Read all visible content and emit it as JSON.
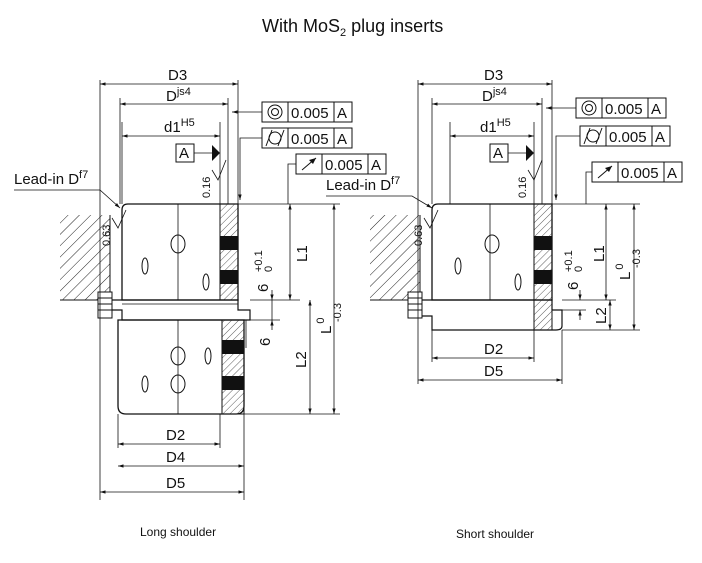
{
  "title": {
    "main": "With MoS",
    "sub": "2",
    "rest": " plug inserts"
  },
  "left": {
    "caption": "Long shoulder",
    "dims": {
      "d3": "D3",
      "djs4": "D",
      "djs4_sup": "js4",
      "d1h5": "d1",
      "d1h5_sup": "H5",
      "leadin": "Lead-in D",
      "leadin_sup": "f7",
      "d2": "D2",
      "d4": "D4",
      "d5": "D5",
      "l1": "L1",
      "l2": "L2",
      "l_main": "L",
      "l_tol_top": "0",
      "l_tol_bot": "-0.3",
      "six_tol": "6",
      "six_tol_top": "+0.1",
      "six_tol_bot": "0",
      "six": "6",
      "rough1": "0.16",
      "rough2": "0.63"
    },
    "tolerances": {
      "concentricity": {
        "value": "0.005",
        "datum": "A"
      },
      "cylindricity": {
        "value": "0.005",
        "datum": "A"
      },
      "runout": {
        "value": "0.005",
        "datum": "A"
      },
      "datum_label": "A"
    }
  },
  "right": {
    "caption": "Short shoulder",
    "dims": {
      "d3": "D3",
      "djs4": "D",
      "djs4_sup": "js4",
      "d1h5": "d1",
      "d1h5_sup": "H5",
      "leadin": "Lead-in D",
      "leadin_sup": "f7",
      "d2": "D2",
      "d5": "D5",
      "l1": "L1",
      "l2": "L2",
      "l_main": "L",
      "l_tol_top": "0",
      "l_tol_bot": "-0.3",
      "six_tol": "6",
      "six_tol_top": "+0.1",
      "six_tol_bot": "0",
      "rough1": "0.16",
      "rough2": "0.63"
    },
    "tolerances": {
      "concentricity": {
        "value": "0.005",
        "datum": "A"
      },
      "cylindricity": {
        "value": "0.005",
        "datum": "A"
      },
      "runout": {
        "value": "0.005",
        "datum": "A"
      },
      "datum_label": "A"
    }
  }
}
